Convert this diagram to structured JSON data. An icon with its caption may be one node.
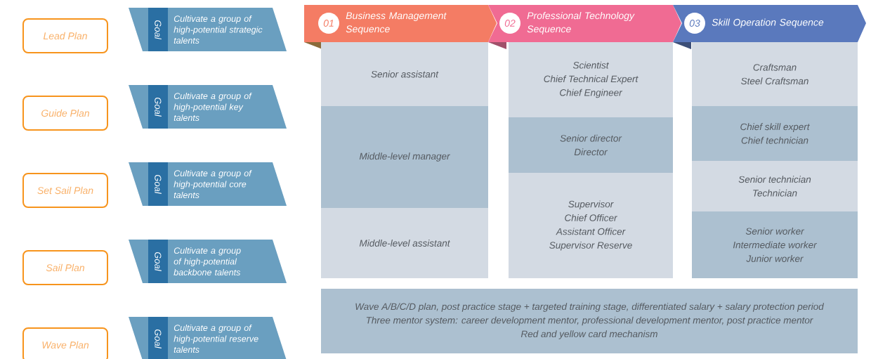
{
  "diagram": {
    "nodes": [
      {
        "text": [
          "Lead Plan"
        ]
      },
      {
        "text": [
          "Goal",
          "Cultivate a group of high-potential strategic talents"
        ]
      },
      {
        "text": [
          "Guide Plan"
        ]
      },
      {
        "text": [
          "Goal",
          "Cultivate a group of high-potential key talents"
        ]
      },
      {
        "text": [
          "Set Sail Plan"
        ]
      },
      {
        "text": [
          "Goal",
          "Cultivate a group of high-potential core talents"
        ]
      },
      {
        "text": [
          "Sail Plan"
        ]
      },
      {
        "text": [
          "Goal",
          "Cultivate a group of high-potential backbone talents"
        ]
      },
      {
        "text": [
          "Wave Plan"
        ]
      },
      {
        "text": [
          "Goal",
          "Cultivate a group of high-potential reserve talents"
        ]
      },
      {
        "text": [
          "01",
          "Business Management Sequence"
        ]
      },
      {
        "text": [
          "02",
          "Professional Technology Sequence"
        ]
      },
      {
        "text": [
          "03",
          "Skill Operation Sequence"
        ]
      },
      {
        "text": [
          "Senior assistant"
        ]
      },
      {
        "text": [
          "Middle-level manager"
        ]
      },
      {
        "text": [
          "Middle-level assistant"
        ]
      },
      {
        "text": [
          "Scientist",
          "Chief Technical Expert",
          "Chief Engineer"
        ]
      },
      {
        "text": [
          "Senior director",
          "Director"
        ]
      },
      {
        "text": [
          "Supervisor",
          "Chief Officer",
          "Assistant Officer",
          "Supervisor Reserve"
        ]
      },
      {
        "text": [
          "Craftsman",
          "Steel Craftsman"
        ]
      },
      {
        "text": [
          "Chief skill expert",
          "Chief technician"
        ]
      },
      {
        "text": [
          "Senior technician",
          "Technician"
        ]
      },
      {
        "text": [
          "Senior worker",
          "Intermediate worker",
          "Junior worker"
        ]
      },
      {
        "text": [
          "Wave A/B/C/D plan, post practice stage + targeted training stage, differentiated salary + salary protection period",
          "Three mentor system: career development mentor, professional development mentor, post practice mentor",
          "Red and yellow card mechanism"
        ]
      }
    ]
  }
}
